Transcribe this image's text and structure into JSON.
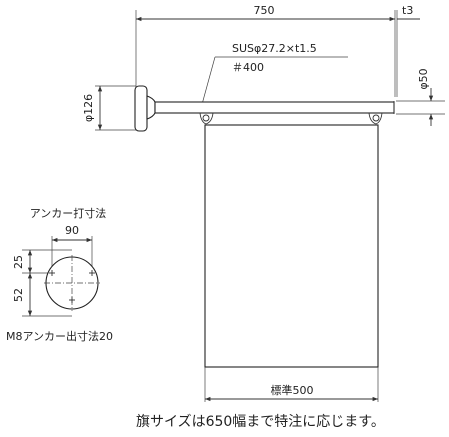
{
  "dimensions": {
    "length": "750",
    "thickness": "t3",
    "material": "SUSφ27.2×t1.5",
    "finish": "＃400",
    "base_diameter": "φ126",
    "end_diameter": "φ50",
    "flag_width": "標準500"
  },
  "anchor": {
    "title": "アンカー打寸法",
    "spacing_h": "90",
    "offset_top": "25",
    "offset_bottom": "52",
    "note": "M8アンカー出寸法20"
  },
  "footnote": "旗サイズは650幅まで特注に応じます。"
}
